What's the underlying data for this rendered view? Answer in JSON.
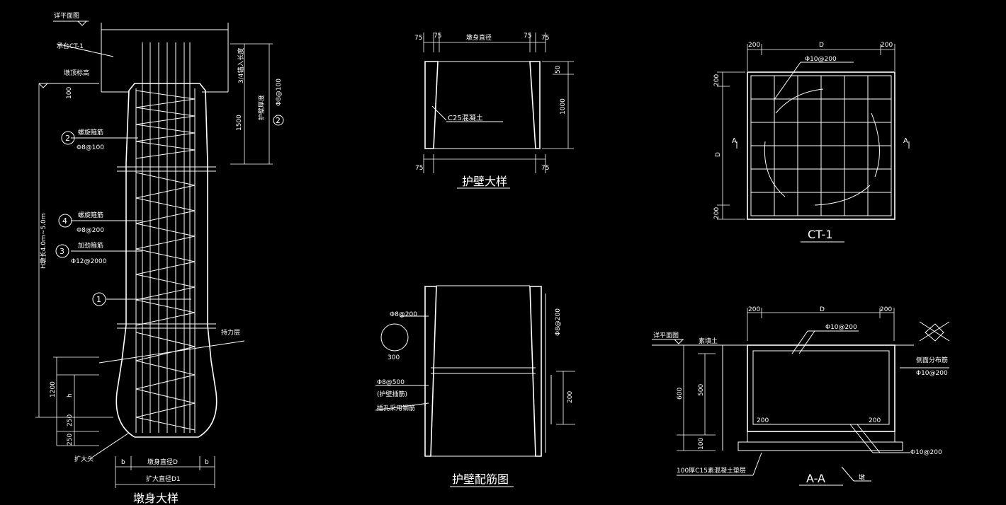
{
  "pile_detail": {
    "title": "墩身大样",
    "ground_mark": "详平面图",
    "cap_label": "承台CT-1",
    "top_mark": "墩顶标高",
    "dim_100": "100",
    "dim_anchor": "3/4锚入长度",
    "dim_1500": "1500",
    "dim_wall": "护壁厚度",
    "dim_phi8_100": "Φ8@100",
    "spiral_label": "螺旋箍筋",
    "spiral_spec": "Φ8@100",
    "stirrup_label": "螺旋箍筋",
    "stirrup_spec": "Φ8@200",
    "ring_label": "加劲箍筋",
    "ring_spec": "Φ12@2000",
    "callout_1": "1",
    "callout_2": "2",
    "callout_3": "3",
    "callout_4": "4",
    "h_length": "H墩长4.0m~5.0m",
    "bearing_layer": "持力层",
    "dim_1200": "1200",
    "dim_h": "h",
    "dim_250a": "250",
    "dim_250b": "250",
    "enlarged": "扩大头",
    "dim_b1": "b",
    "dim_b2": "b",
    "shaft_d": "墩身直径D",
    "enlarged_d": "扩大直径D1"
  },
  "wall_detail": {
    "title": "护壁大样",
    "dim_75_1": "75",
    "dim_75_2": "75",
    "dim_75_3": "75",
    "dim_75_4": "75",
    "dim_75_5": "75",
    "dim_75_6": "75",
    "shaft_d": "墩身直径",
    "dim_50": "50",
    "dim_1000": "1000",
    "concrete": "C25混凝土"
  },
  "wall_rebar": {
    "title": "护壁配筋图",
    "ring_spec": "Φ8@200",
    "circle_label": "300",
    "bar_spec": "Φ8@500",
    "bar_note": "(护壁插筋)",
    "loop_note": "插孔采用钢筋",
    "right_spec": "Φ8@200",
    "dim_200": "200"
  },
  "ct_plan": {
    "title": "CT-1",
    "dim_200_l": "200",
    "dim_d": "D",
    "dim_200_r": "200",
    "rebar": "Φ10@200",
    "dim_200_top": "200",
    "dim_d_v": "D",
    "dim_200_bot": "200",
    "sec_a_l": "A",
    "sec_a_r": "A"
  },
  "section_aa": {
    "title": "A-A",
    "dim_200_l": "200",
    "dim_d": "D",
    "dim_200_r": "200",
    "ground_mark": "详平面图",
    "backfill": "素填土",
    "top_rebar": "Φ10@200",
    "side_label": "侧面分布筋",
    "side_spec": "Φ10@200",
    "dim_600": "600",
    "dim_500": "500",
    "dim_100": "100",
    "inner_200_l": "200",
    "inner_200_r": "200",
    "bot_rebar": "Φ10@200",
    "cushion": "100厚C15素混凝土垫层",
    "pier": "墩"
  }
}
